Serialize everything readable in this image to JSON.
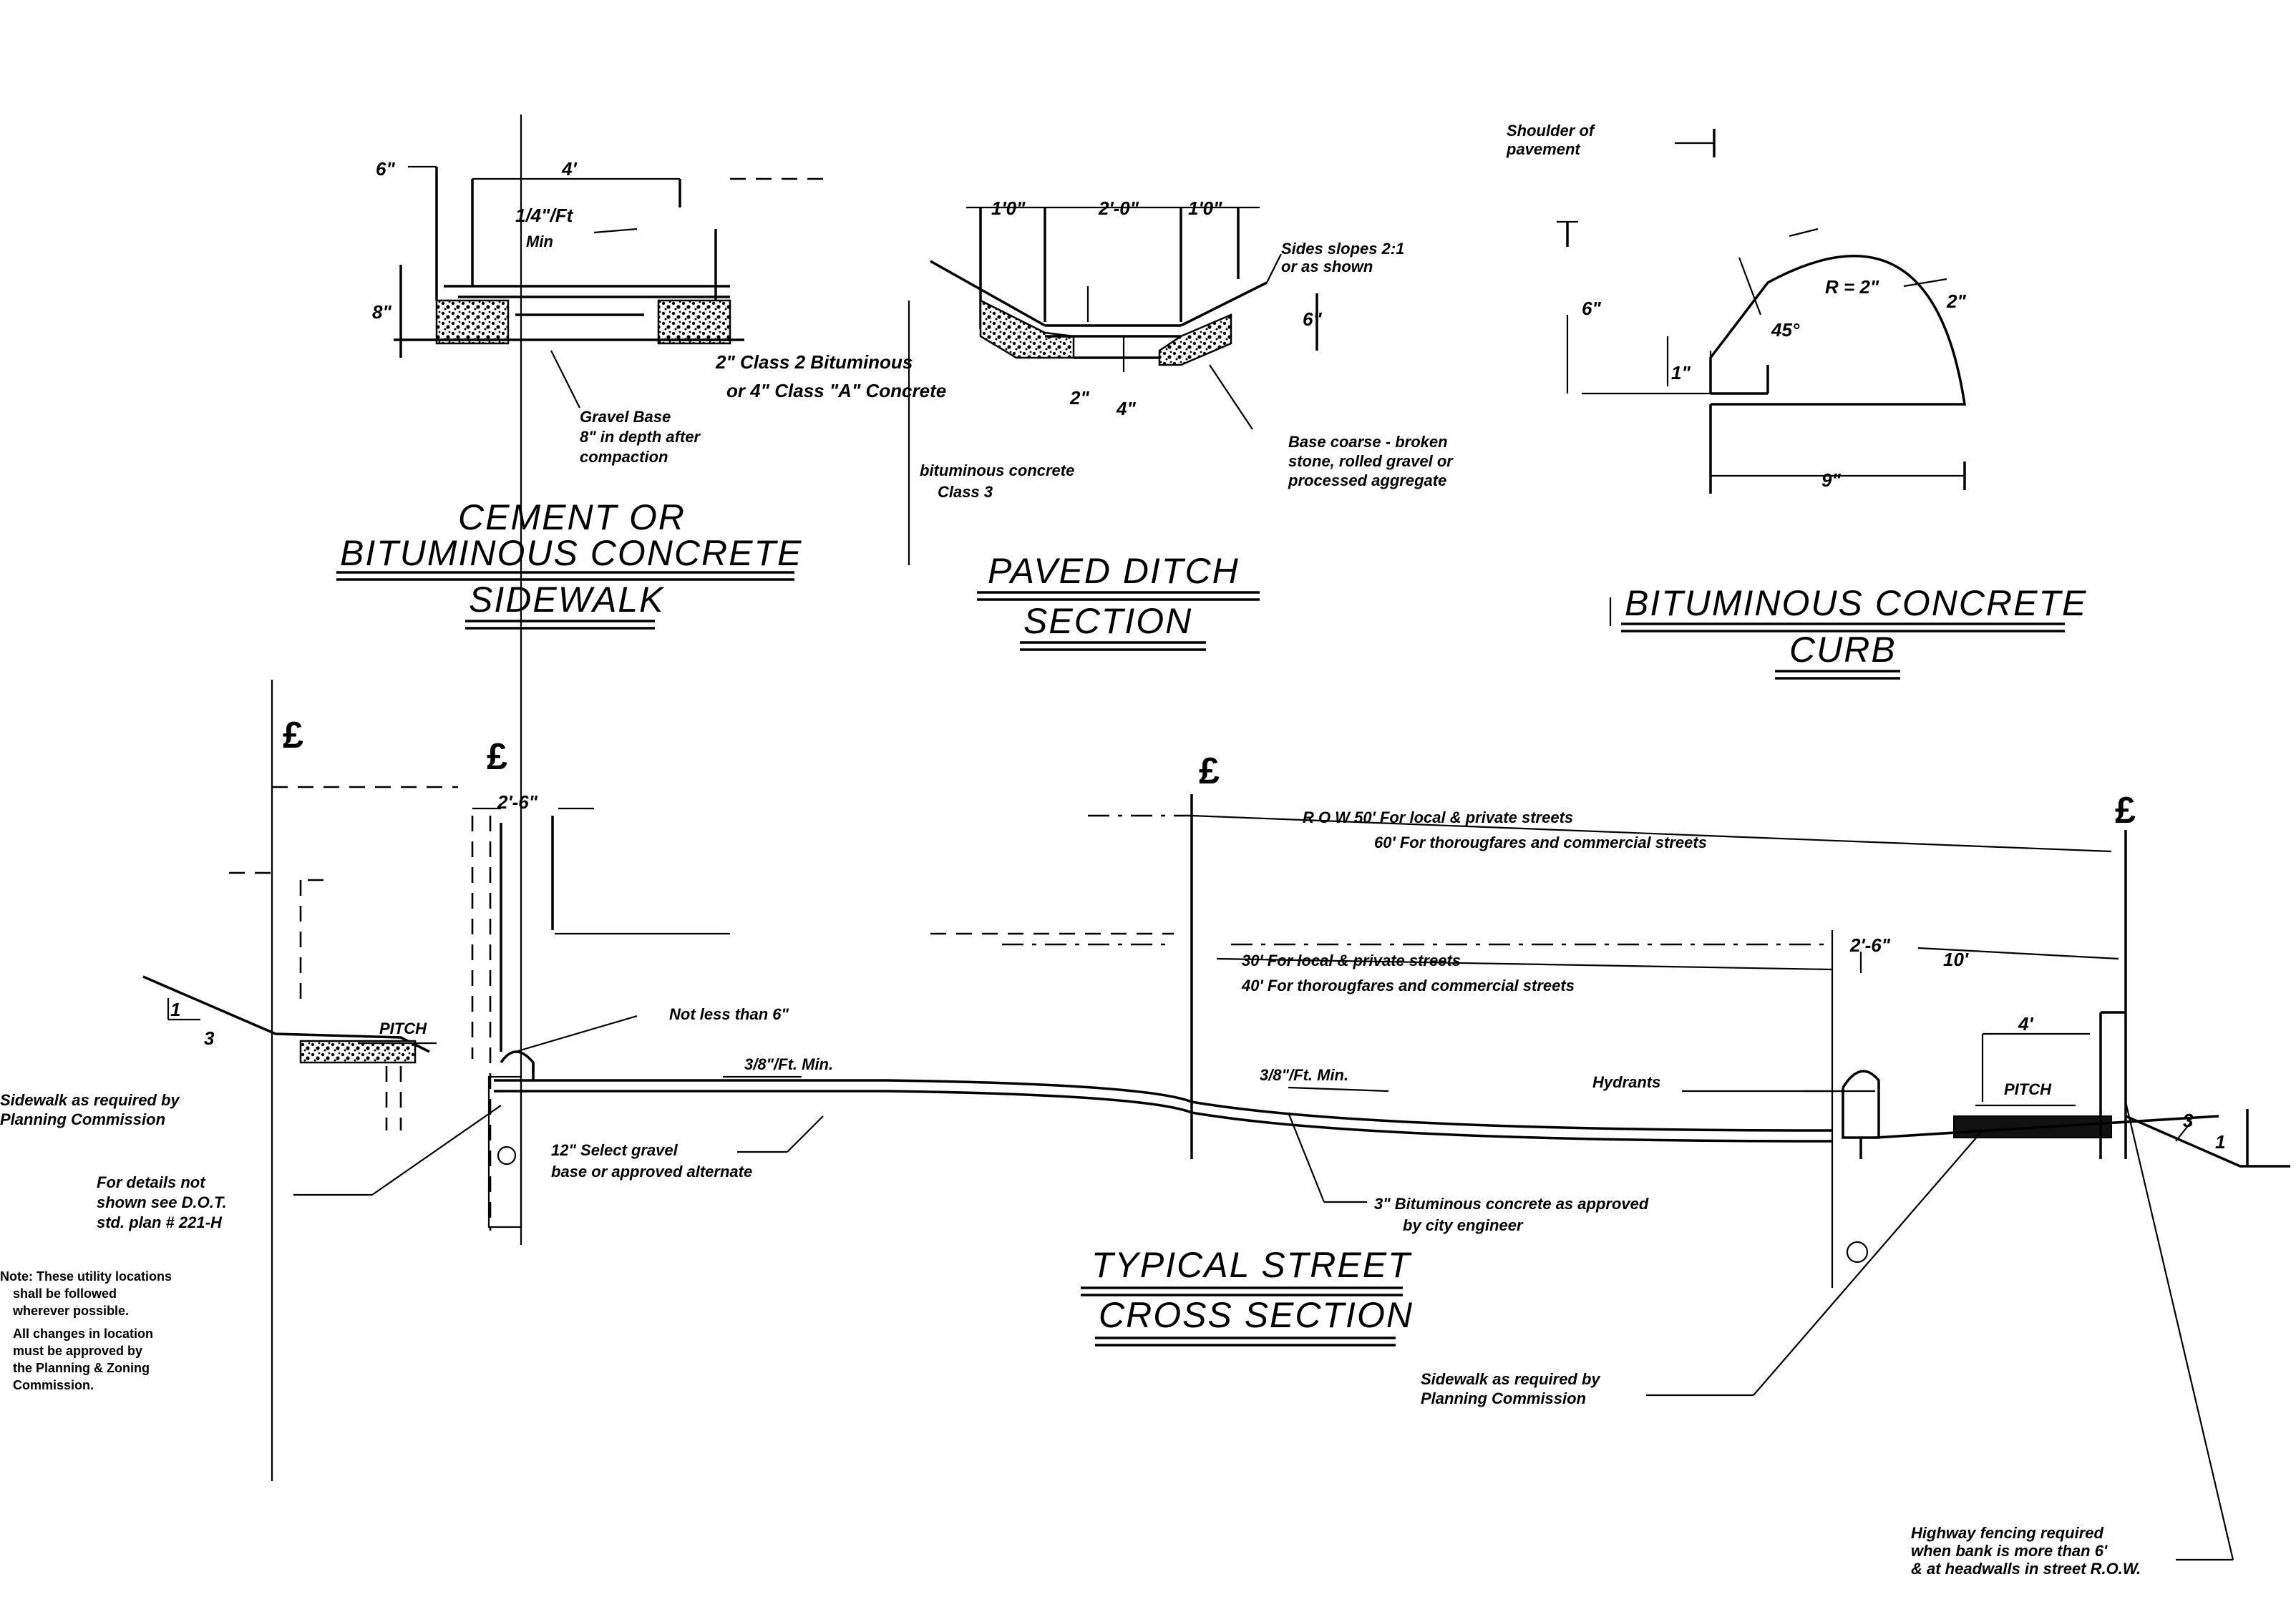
{
  "sidewalk": {
    "dim_6": "6\"",
    "dim_4": "4'",
    "slope": "1/4\"/Ft",
    "slope_min": "Min",
    "dim_8": "8\"",
    "surface_note_1": "2\" Class 2 Bituminous",
    "surface_note_2": "or 4\" Class \"A\" Concrete",
    "base_note_1": "Gravel Base",
    "base_note_2": "8\" in depth after",
    "base_note_3": "compaction",
    "title_1": "CEMENT OR",
    "title_2": "BITUMINOUS CONCRETE",
    "title_3": "SIDEWALK"
  },
  "ditch": {
    "dim_left": "1'0\"",
    "dim_center": "2'-0\"",
    "dim_right": "1'0\"",
    "side_note_1": "Sides slopes 2:1",
    "side_note_2": "or as shown",
    "dim_6": "6\"",
    "dim_2": "2\"",
    "dim_4": "4\"",
    "surface_note_1": "bituminous concrete",
    "surface_note_2": "Class 3",
    "base_note_1": "Base coarse - broken",
    "base_note_2": "stone, rolled gravel or",
    "base_note_3": "processed aggregate",
    "title_1": "PAVED DITCH",
    "title_2": "SECTION"
  },
  "curb": {
    "shoulder_1": "Shoulder of",
    "shoulder_2": "pavement",
    "dim_6": "6\"",
    "dim_1": "1\"",
    "angle": "45°",
    "radius": "R = 2\"",
    "radius_2": "2\"",
    "dim_9": "9\"",
    "title_1": "BITUMINOUS CONCRETE",
    "title_2": "CURB"
  },
  "street": {
    "row_1": "R O W  50' For local & private streets",
    "row_2": "60' For thorougfares and commercial streets",
    "pav_1": "30' For local & private streets",
    "pav_2": "40' For thorougfares and commercial streets",
    "dim_2_6_left": "2'-6\"",
    "dim_2_6_right": "2'-6\"",
    "dim_10": "10'",
    "dim_4": "4'",
    "not_less": "Not less than 6\"",
    "pitch_left": "PITCH",
    "pitch_right": "PITCH",
    "slope_left": "3/8\"/Ft. Min.",
    "slope_right": "3/8\"/Ft. Min.",
    "hydrants": "Hydrants",
    "gravel_1": "12\" Select gravel",
    "gravel_2": "base or approved alternate",
    "bit_1": "3\" Bituminous concrete as approved",
    "bit_2": "by city engineer",
    "details_1": "For details not",
    "details_2": "shown see D.O.T.",
    "details_3": "std. plan # 221-H",
    "sidewalk_left_1": "Sidewalk as required by",
    "sidewalk_left_2": "Planning Commission",
    "sidewalk_right_1": "Sidewalk as required by",
    "sidewalk_right_2": "Planning Commission",
    "fencing_1": "Highway fencing required",
    "fencing_2": "when bank is more than 6'",
    "fencing_3": "& at headwalls in street R.O.W.",
    "slope_ratio_left_1": "1",
    "slope_ratio_left_2": "3",
    "slope_ratio_right_1": "3",
    "slope_ratio_right_2": "1",
    "title_1": "TYPICAL STREET",
    "title_2": "CROSS SECTION",
    "cl_1": "£",
    "cl_2": "£",
    "cl_3": "£",
    "cl_4": "£"
  },
  "note": {
    "line_1": "Note: These utility locations",
    "line_2": "shall be followed",
    "line_3": "wherever possible.",
    "line_4": "All changes in location",
    "line_5": "must be approved by",
    "line_6": "the Planning & Zoning",
    "line_7": "Commission."
  }
}
